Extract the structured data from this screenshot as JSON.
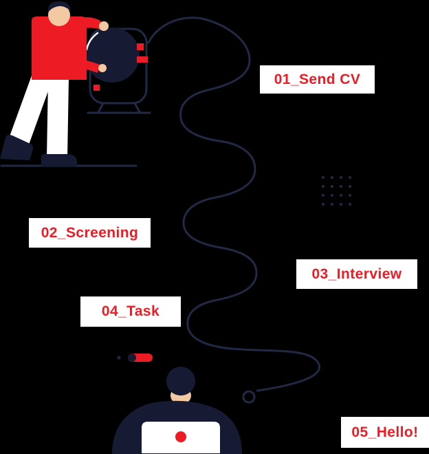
{
  "page": {
    "background": "#000000"
  },
  "colors": {
    "accent_red": "#ed1c24",
    "line_navy": "#222945",
    "dark_fill": "#161b33",
    "skin": "#f2c9a2",
    "card_background": "#ffffff"
  },
  "steps": [
    {
      "id": "01",
      "label": "01_Send CV"
    },
    {
      "id": "02",
      "label": "02_Screening"
    },
    {
      "id": "03",
      "label": "03_Interview"
    },
    {
      "id": "04",
      "label": "04_Task"
    },
    {
      "id": "05",
      "label": "05_Hello!"
    }
  ],
  "illustrations": {
    "top_left": "person-pushing-ball-at-board",
    "bottom": "person-at-laptop",
    "path": "winding-process-path"
  }
}
